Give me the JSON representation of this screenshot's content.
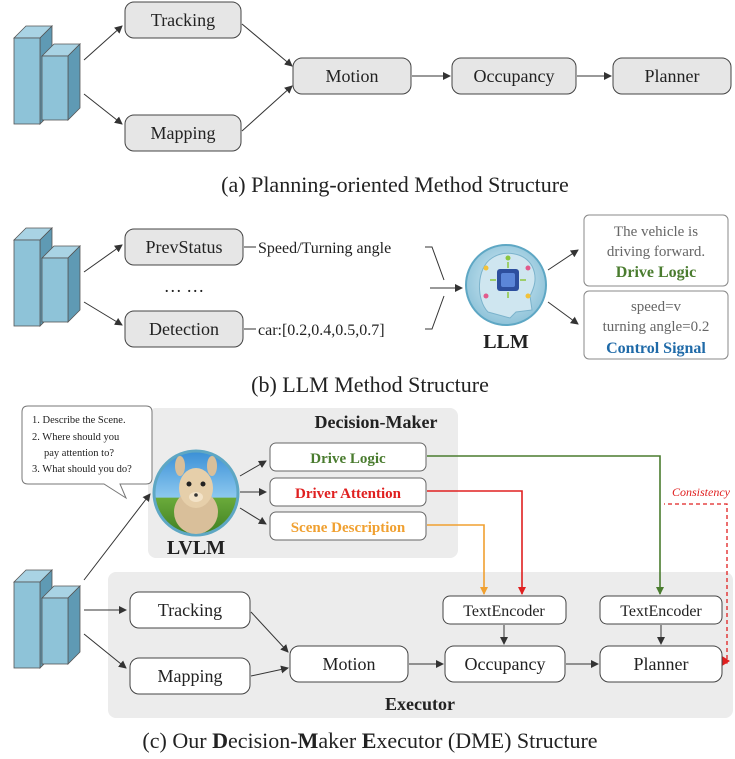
{
  "section_a": {
    "caption": "(a) Planning-oriented Method Structure",
    "nodes": {
      "tracking": "Tracking",
      "mapping": "Mapping",
      "motion": "Motion",
      "occupancy": "Occupancy",
      "planner": "Planner"
    }
  },
  "section_b": {
    "caption": "(b) LLM Method Structure",
    "nodes": {
      "prev_status": "PrevStatus",
      "ellipsis": "… …",
      "detection": "Detection"
    },
    "edge_labels": {
      "speed_turning": "Speed/Turning angle",
      "car_box": "car:[0.2,0.4,0.5,0.7]"
    },
    "llm_label": "LLM",
    "drive_logic_box": {
      "line1": "The vehicle is",
      "line2": "driving forward.",
      "title": "Drive Logic"
    },
    "control_box": {
      "line1": "speed=v",
      "line2": "turning angle=0.2",
      "title": "Control Signal"
    }
  },
  "section_c": {
    "caption_parts": {
      "p1": "(c) Our ",
      "b1": "D",
      "p2": "ecision-",
      "b2": "M",
      "p3": "aker ",
      "b3": "E",
      "p4": "xecutor (DME) Structure"
    },
    "decision_maker_label": "Decision-Maker",
    "executor_label": "Executor",
    "questions": [
      "1. Describe the Scene.",
      "2. Where should you",
      "pay attention to?",
      "3. What should you do?"
    ],
    "lvlm_label": "LVLM",
    "outputs": {
      "drive_logic": "Drive Logic",
      "driver_attention": "Driver Attention",
      "scene_description": "Scene Description"
    },
    "consistency_label": "Consistency",
    "nodes": {
      "tracking": "Tracking",
      "mapping": "Mapping",
      "motion": "Motion",
      "occupancy": "Occupancy",
      "planner": "Planner",
      "text_encoder_1": "TextEncoder",
      "text_encoder_2": "TextEncoder"
    }
  },
  "colors": {
    "drive_logic": "#4a7c2f",
    "driver_attention": "#e02020",
    "scene_description": "#f0a030",
    "control_signal": "#1f6aa8",
    "consistency": "#e02020",
    "node_fill": "#e6e6e6",
    "panel_fill": "#ececec"
  }
}
